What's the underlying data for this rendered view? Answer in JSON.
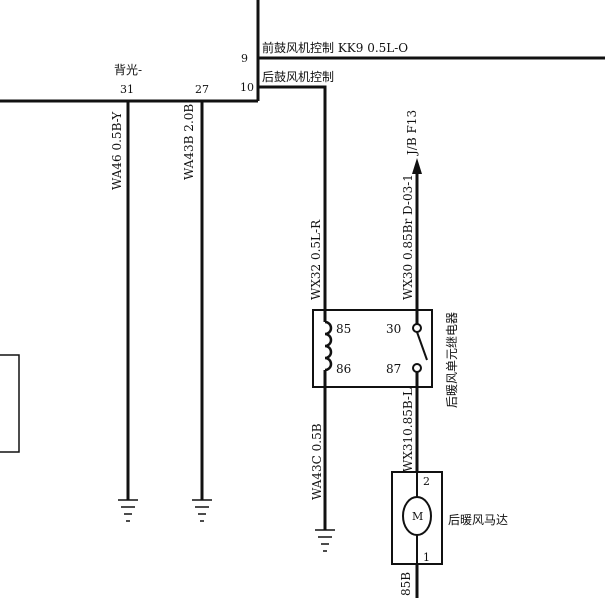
{
  "connector": {
    "pin9_label": "前鼓风机控制 KK9 0.5L-O",
    "pin10_label": "后鼓风机控制",
    "backlight_label": "背光-",
    "pins": [
      "9",
      "10",
      "31",
      "27"
    ]
  },
  "wires": {
    "wa46": "WA46 0.5B-Y",
    "wa43b": "WA43B 2.0B",
    "wx32": "WX32 0.5L-R",
    "wx30": "WX30 0.85Br D-03-1",
    "jb": "J/B F13",
    "wa43c": "WA43C 0.5B",
    "wx31": "WX310.85B-L",
    "bottom": "85B"
  },
  "relay": {
    "name": "后暖风单元继电器",
    "pin85": "85",
    "pin86": "86",
    "pin30": "30",
    "pin87": "87"
  },
  "motor": {
    "name": "后暖风马达",
    "symbol": "M",
    "pin_top": "2",
    "pin_bottom": "1"
  }
}
